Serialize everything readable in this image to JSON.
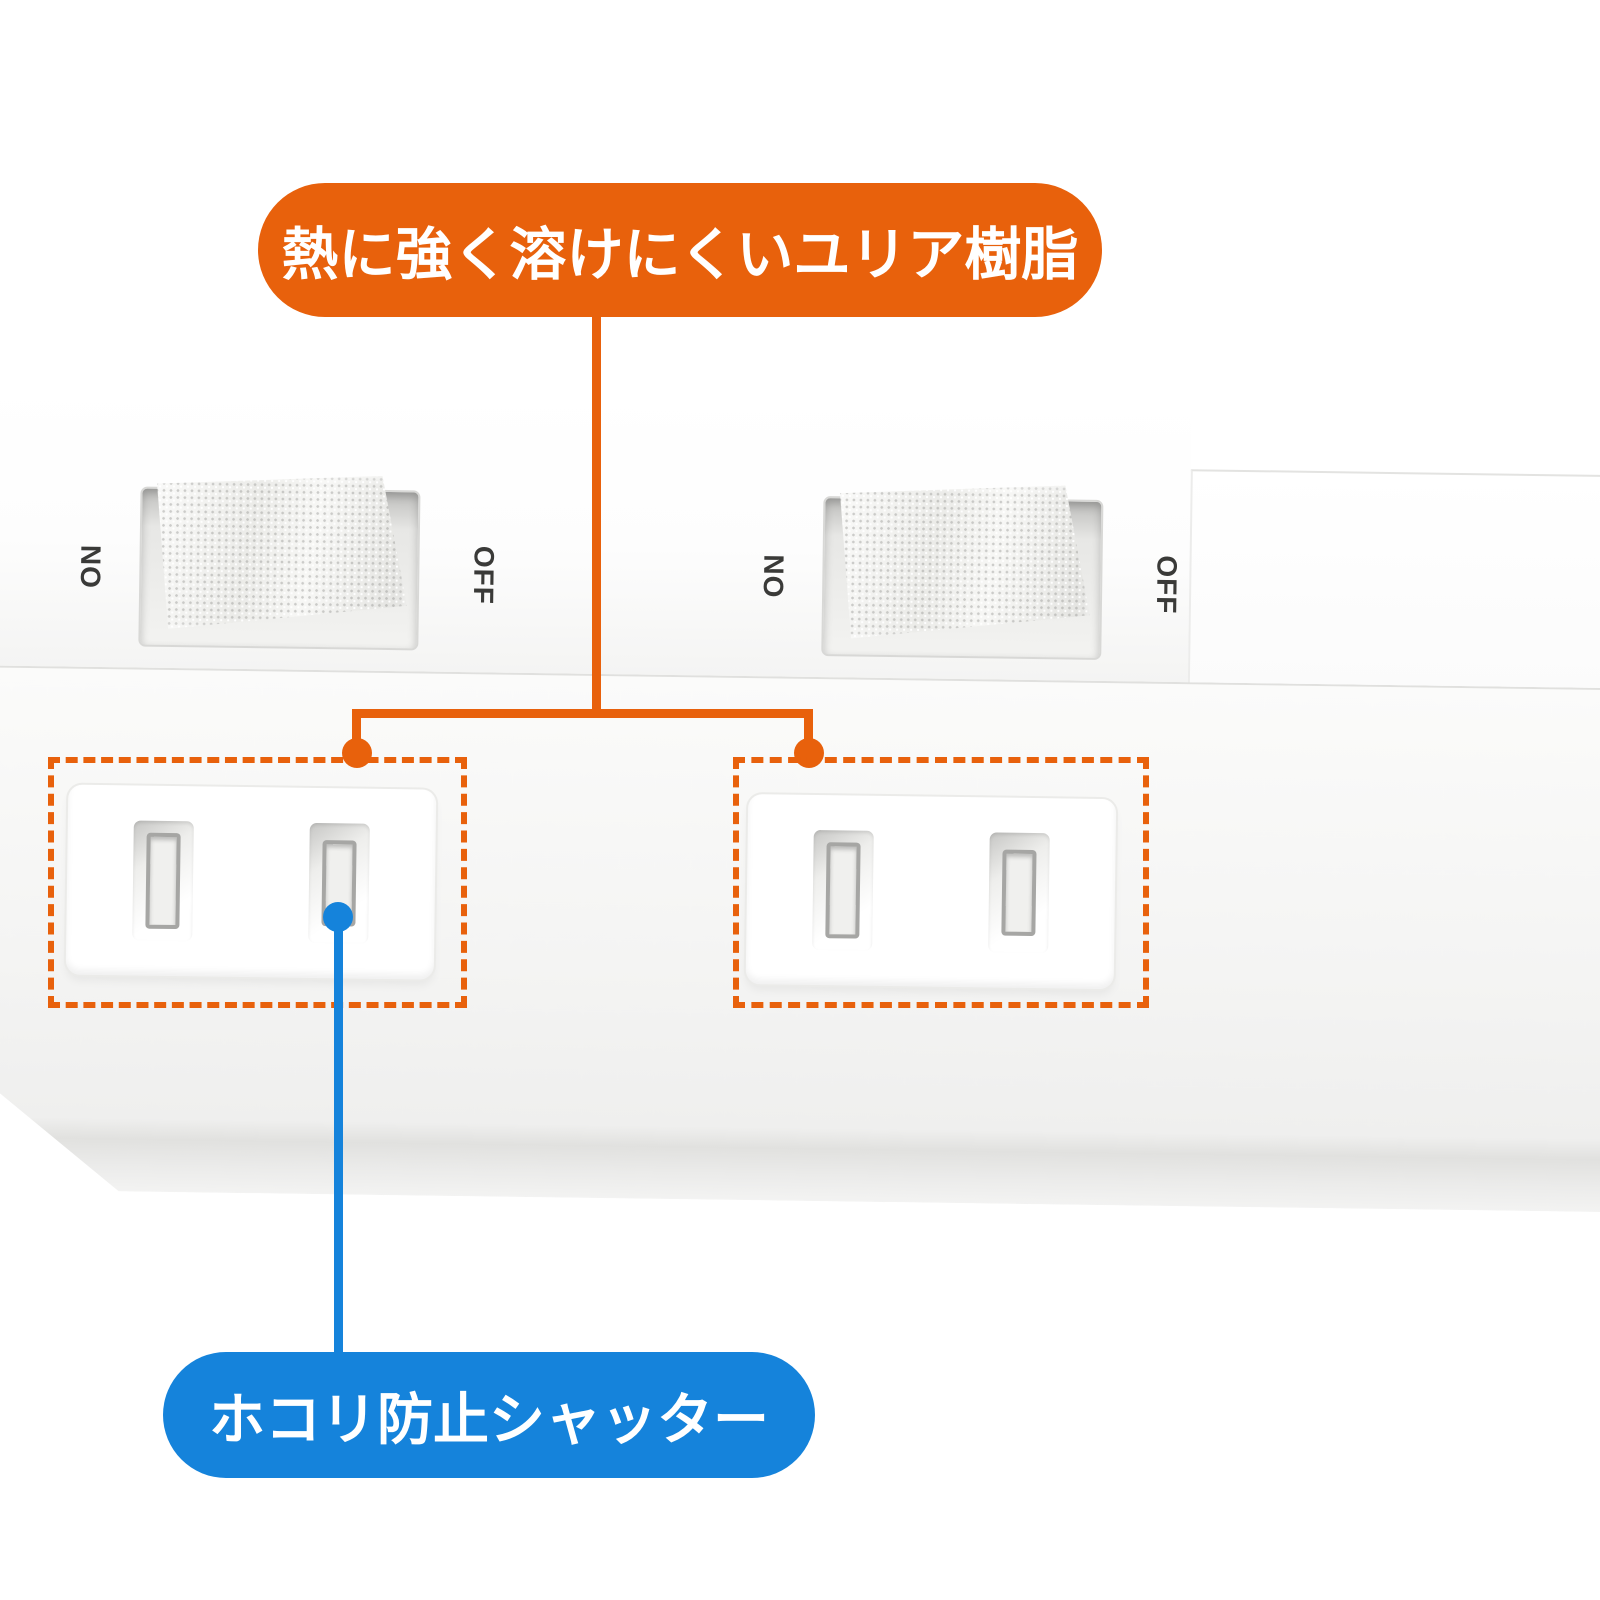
{
  "colors": {
    "orange": "#E8610C",
    "blue": "#1583DB",
    "body_white": "#FFFFFF"
  },
  "callouts": {
    "top": {
      "label": "熱に強く溶けにくいユリア樹脂",
      "color": "#E8610C"
    },
    "bottom": {
      "label": "ホコリ防止シャッター",
      "color": "#1583DB"
    }
  },
  "switches": [
    {
      "on_label": "ON",
      "off_label": "OFF"
    },
    {
      "on_label": "ON",
      "off_label": "OFF"
    }
  ],
  "outlets": [
    {
      "name": "left outlet, 2-prong, highlighted by dashed box"
    },
    {
      "name": "right outlet, 2-prong, highlighted by dashed box"
    }
  ]
}
